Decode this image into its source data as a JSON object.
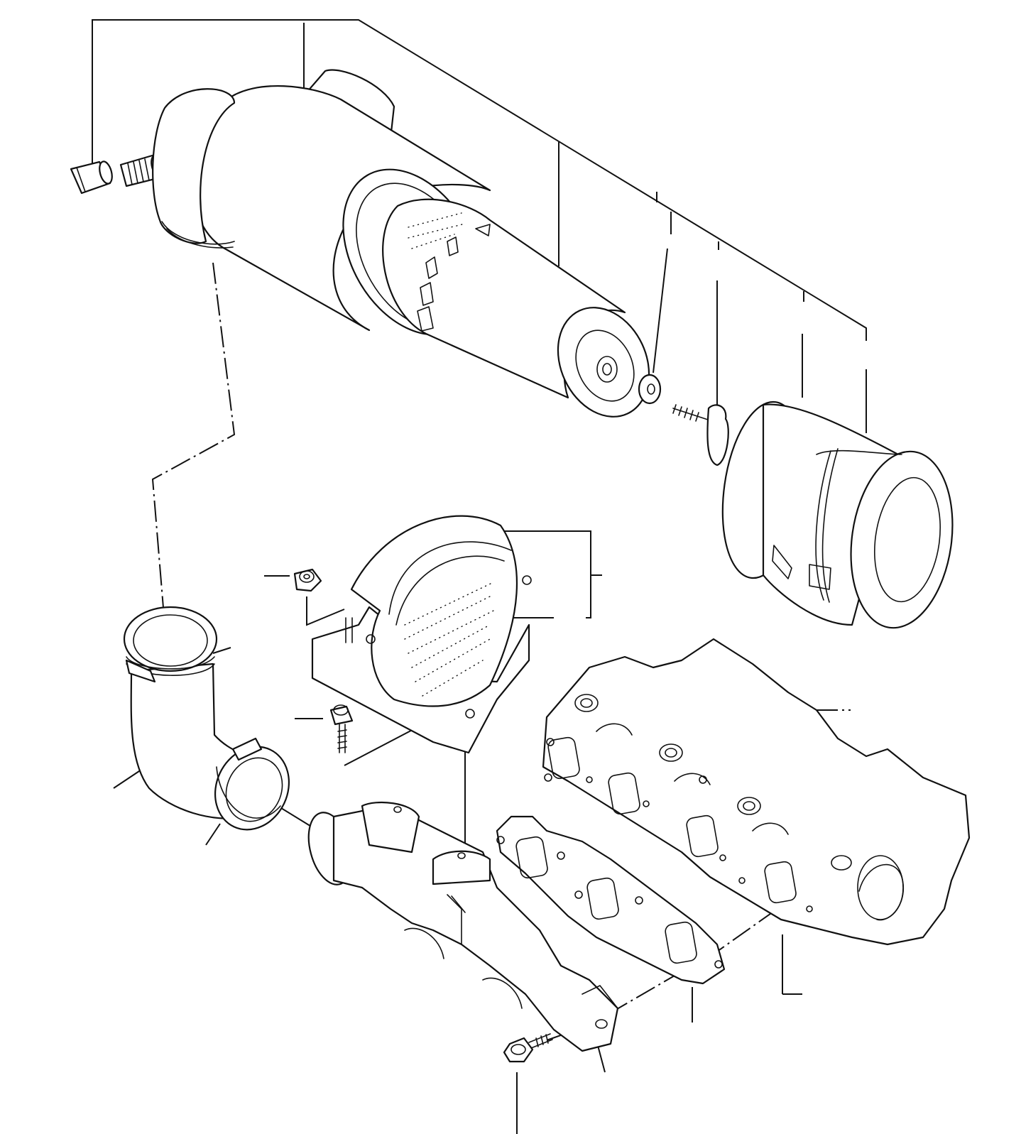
{
  "diagram": {
    "type": "exploded-parts-diagram",
    "labels": [],
    "parts": [
      "cap-nut",
      "fitting",
      "air-cleaner-body",
      "filter-element",
      "washer",
      "wing-bolt",
      "cover-cap",
      "cleaner-band",
      "band-nut",
      "band-bolt",
      "intake-elbow-hose",
      "hose-clamp",
      "intake-manifold",
      "manifold-gasket",
      "cylinder-head",
      "manifold-bolt"
    ]
  }
}
